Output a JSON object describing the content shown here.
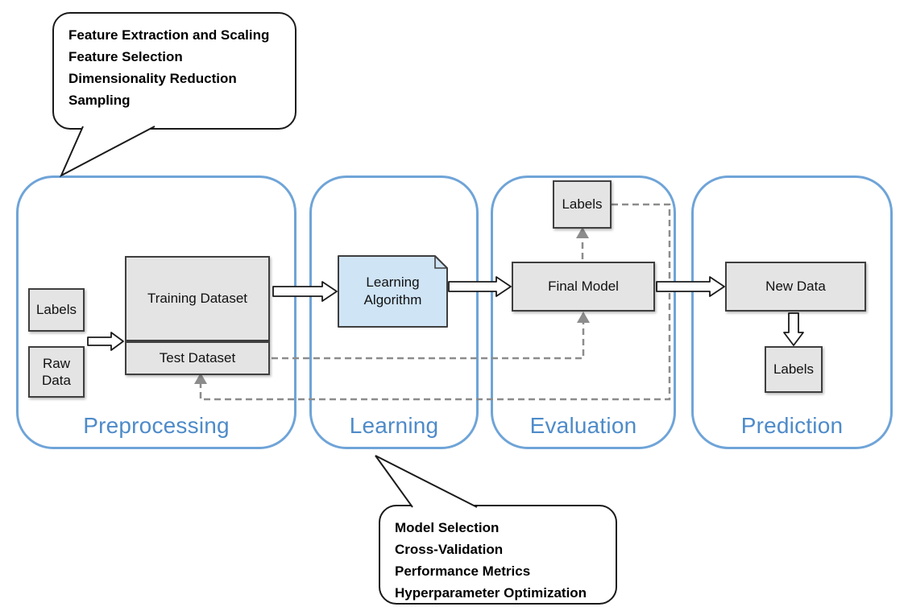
{
  "callouts": {
    "top": {
      "lines": [
        "Feature Extraction and Scaling",
        "Feature Selection",
        "Dimensionality Reduction",
        "Sampling"
      ]
    },
    "bottom": {
      "lines": [
        "Model Selection",
        "Cross-Validation",
        "Performance Metrics",
        "Hyperparameter Optimization"
      ]
    }
  },
  "stages": [
    {
      "label": "Preprocessing"
    },
    {
      "label": "Learning"
    },
    {
      "label": "Evaluation"
    },
    {
      "label": "Prediction"
    }
  ],
  "nodes": {
    "labels_input": "Labels",
    "raw_data": "Raw Data",
    "training_dataset": "Training Dataset",
    "test_dataset": "Test Dataset",
    "learning_algorithm": "Learning Algorithm",
    "final_model": "Final Model",
    "labels_predicted": "Labels",
    "new_data": "New Data",
    "labels_output": "Labels"
  },
  "colors": {
    "stage_border": "#6fa4d8",
    "stage_label": "#4e8bc9",
    "box_fill": "#e4e4e4",
    "box_border": "#3f3f3f",
    "algorithm_fill": "#cfe4f5",
    "dashed_line": "#8c8c8c",
    "arrow_fill": "#ffffff",
    "arrow_stroke": "#1a1a1a"
  }
}
